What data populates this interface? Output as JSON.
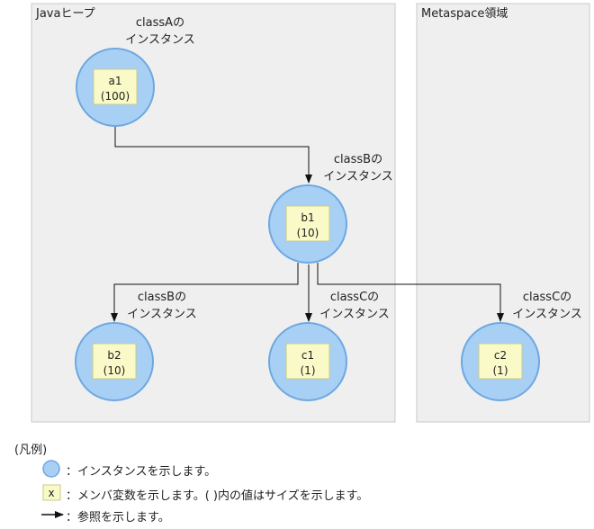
{
  "regions": {
    "java_heap_label": "Javaヒープ",
    "metaspace_label": "Metaspace領域"
  },
  "instances": [
    {
      "id": "a1",
      "caption_line1": "classAの",
      "caption_line2": "インスタンス",
      "name": "a1",
      "size": "(100)"
    },
    {
      "id": "b1",
      "caption_line1": "classBの",
      "caption_line2": "インスタンス",
      "name": "b1",
      "size": "(10)"
    },
    {
      "id": "b2",
      "caption_line1": "classBの",
      "caption_line2": "インスタンス",
      "name": "b2",
      "size": "(10)"
    },
    {
      "id": "c1",
      "caption_line1": "classCの",
      "caption_line2": "インスタンス",
      "name": "c1",
      "size": "(1)"
    },
    {
      "id": "c2",
      "caption_line1": "classCの",
      "caption_line2": "インスタンス",
      "name": "c2",
      "size": "(1)"
    }
  ],
  "legend": {
    "title": "(凡例)",
    "instance_desc": "：インスタンスを示します。",
    "member_symbol": "x",
    "member_desc": "：メンバ変数を示します。( )内の値はサイズを示します。",
    "reference_desc": "：参照を示します。"
  },
  "colors": {
    "region_fill": "#efefef",
    "region_border": "#c8c8c8",
    "circle_fill": "#a8d0f5",
    "circle_border": "#6ea8e0",
    "member_fill": "#fafac8",
    "member_border": "#c9c98a",
    "arrow": "#111111"
  }
}
